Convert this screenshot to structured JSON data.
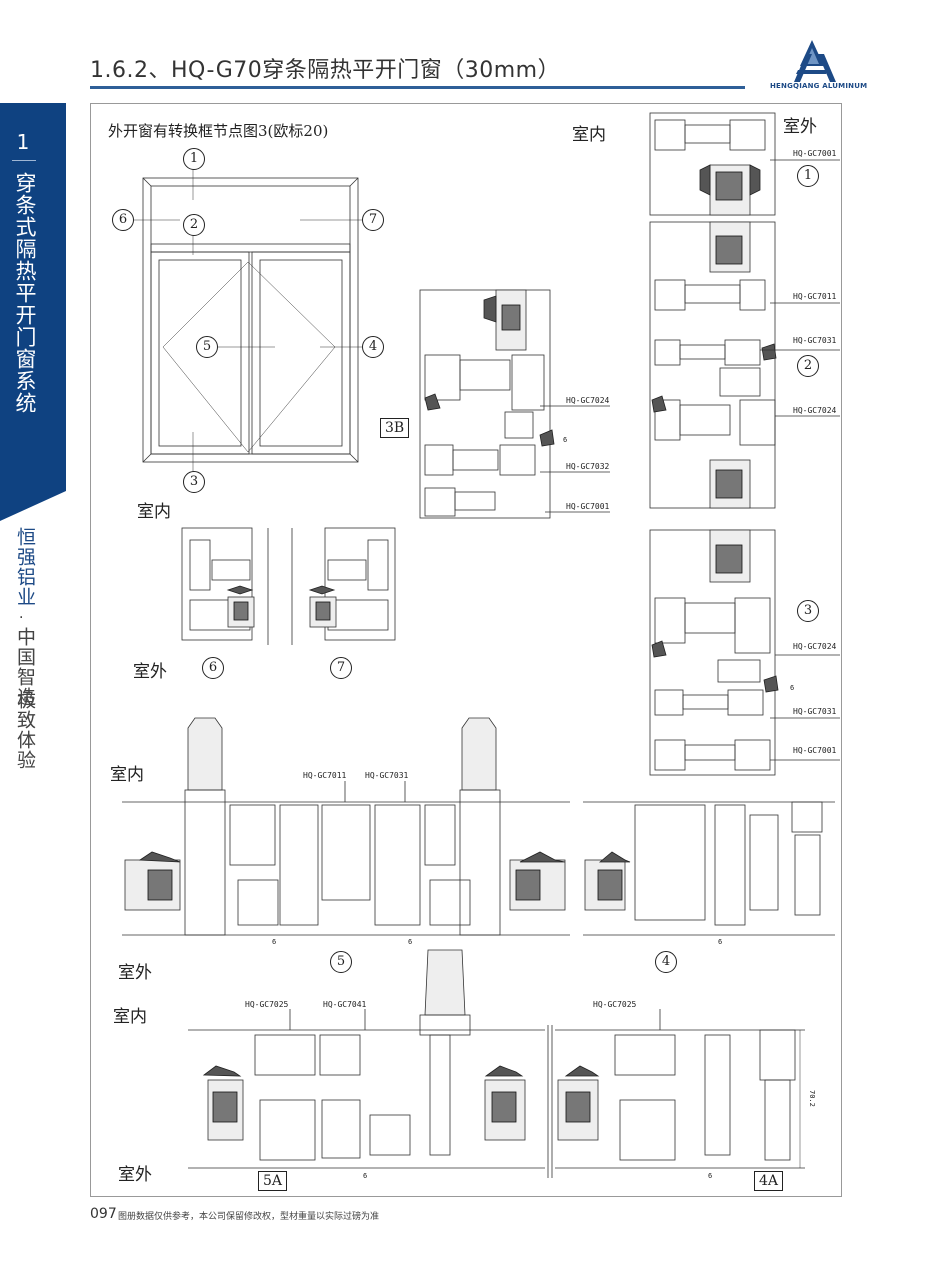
{
  "header": {
    "title": "1.6.2、HQ-G70穿条隔热平开门窗（30mm）",
    "logo_text": "HENGQIANG ALUMINUM"
  },
  "sidebar": {
    "number": "1",
    "section_title": "穿条式隔热平开门窗系统",
    "brand": "恒强铝业",
    "dot": "·",
    "slogan_1": "中国智造",
    "slogan_2": "极致体验"
  },
  "colors": {
    "brand_blue": "#1d4a86",
    "rule_blue": "#2f5f98"
  },
  "drawing": {
    "caption": "外开窗有转换框节点图3(欧标20)",
    "indoor": "室内",
    "outdoor": "室外",
    "markers": {
      "m1": "1",
      "m2": "2",
      "m3": "3",
      "m4": "4",
      "m5": "5",
      "m6": "6",
      "m7": "7"
    },
    "boxes": {
      "b3B": "3B",
      "b5A": "5A",
      "b4A": "4A"
    },
    "codes": {
      "c7001": "HQ-GC7001",
      "c7011": "HQ-GC7011",
      "c7031": "HQ-GC7031",
      "c7024": "HQ-GC7024",
      "c7032": "HQ-GC7032",
      "c7025": "HQ-GC7025",
      "c7041": "HQ-GC7041"
    },
    "dims": {
      "d6": "6",
      "d702": "70.2"
    }
  },
  "footer": {
    "page_number": "097",
    "note": "图册数据仅供参考，本公司保留修改权，型材重量以实际过磅为准"
  }
}
